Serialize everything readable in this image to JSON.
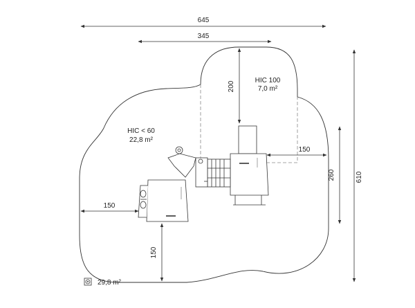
{
  "dimensions": {
    "overall_width": "645",
    "inner_width": "345",
    "overall_height": "610",
    "side_height": "260",
    "upper_zone_height": "200",
    "right_clearance": "150",
    "left_clearance": "150",
    "bottom_clearance": "150"
  },
  "zones": {
    "upper": {
      "title": "HIC 100",
      "area": "7,0 m²"
    },
    "lower": {
      "title": "HIC < 60",
      "area": "22,8 m²"
    }
  },
  "legend": {
    "icon": "safety-surface-icon",
    "value": "29,8 m²"
  },
  "colors": {
    "line": "#333333",
    "dash": "#888888",
    "fill": "#ffffff"
  }
}
